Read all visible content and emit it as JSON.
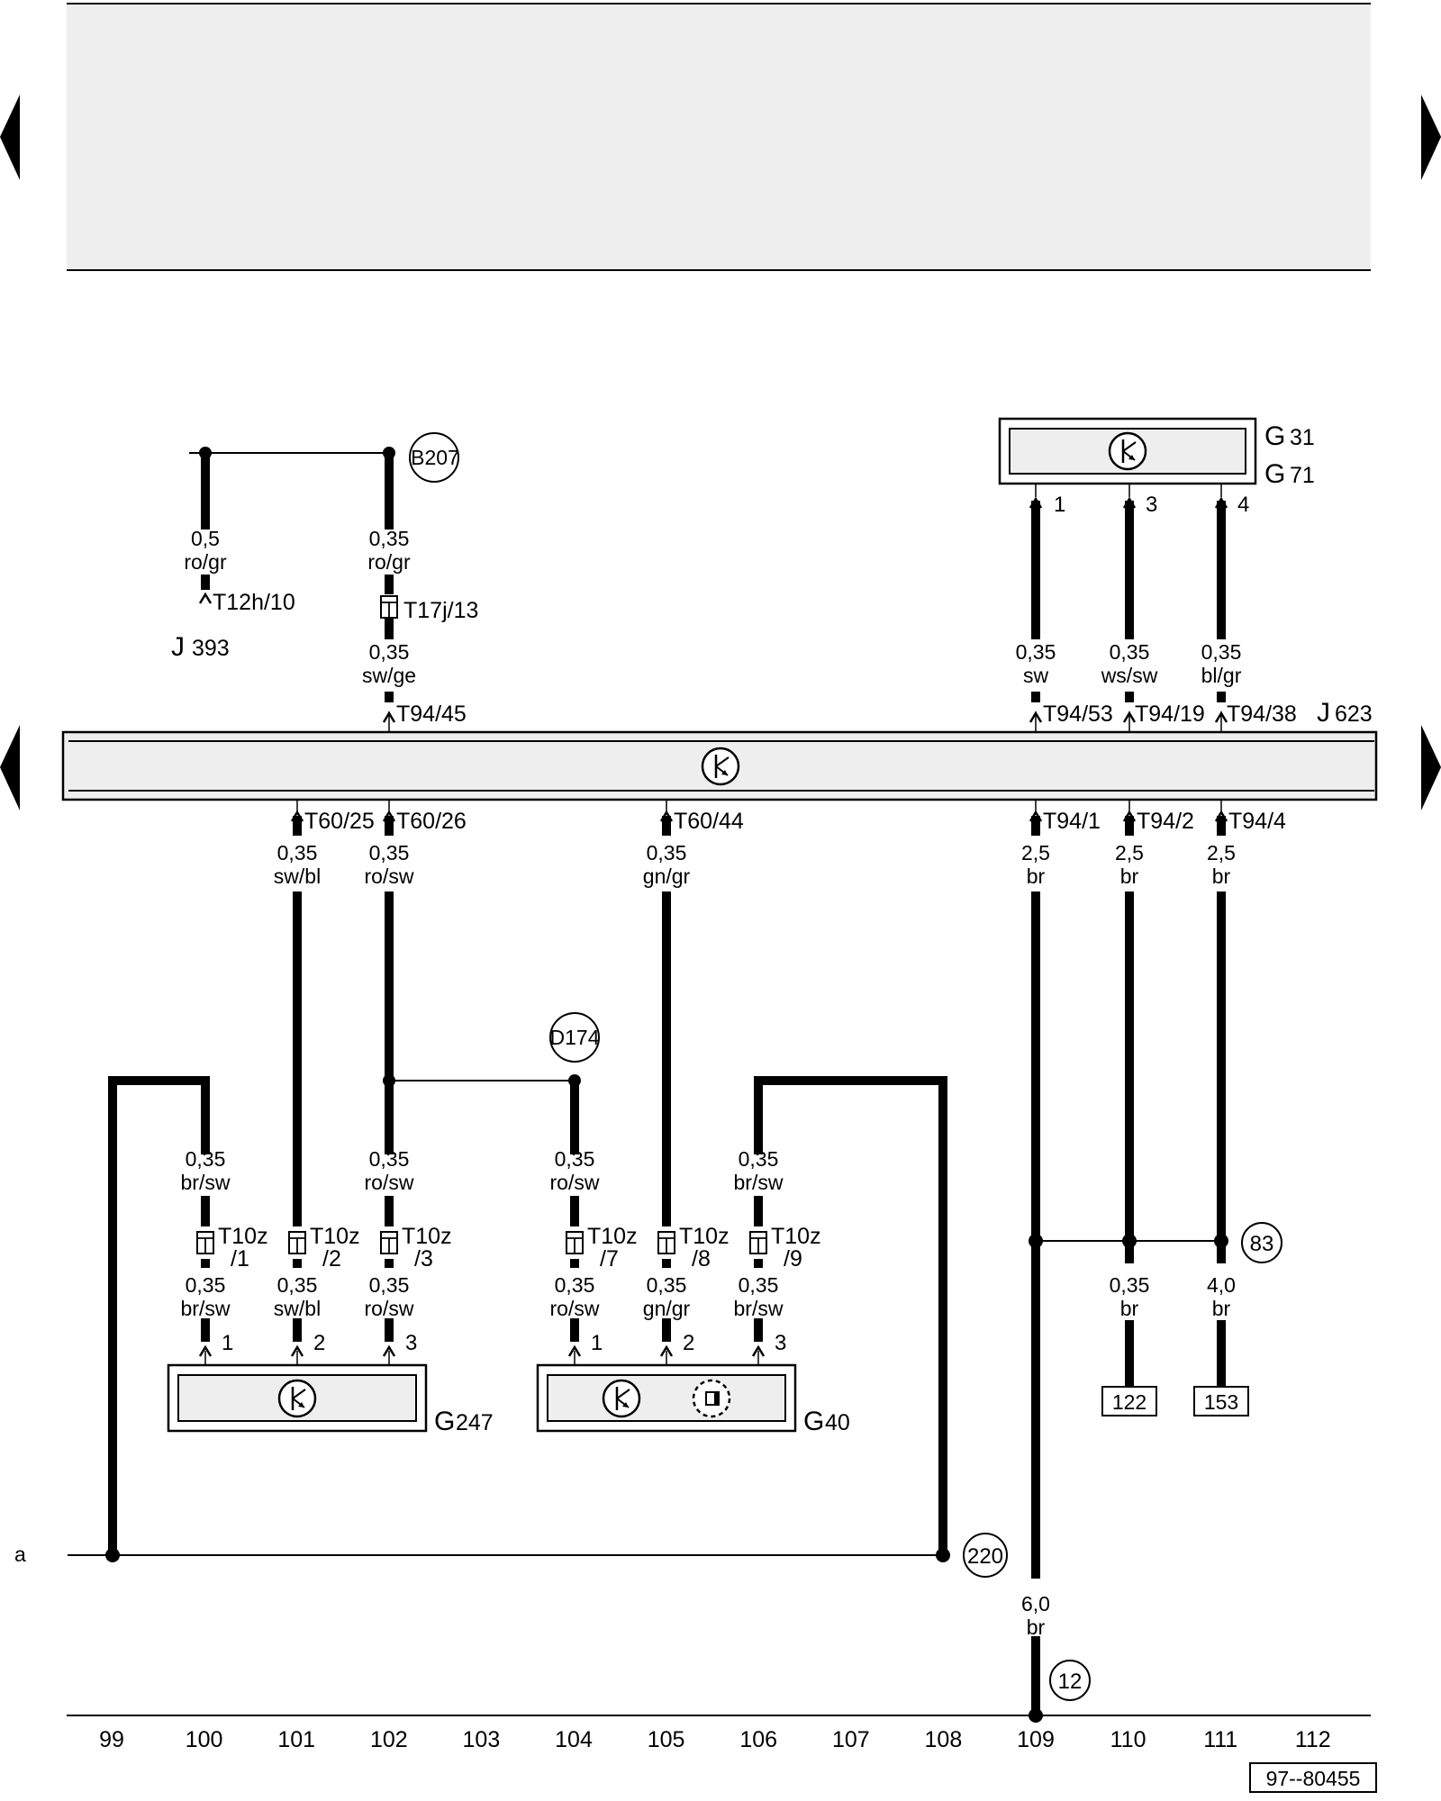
{
  "header_band": {
    "fill": "#eeeeee"
  },
  "nav": {
    "icon": "triangle-arrow-icon"
  },
  "left_wires": [
    {
      "size": "0,5",
      "color": "ro/gr",
      "connector": "T12h/10"
    },
    {
      "size": "0,35",
      "color": "ro/gr",
      "connector": "T17j/13",
      "after_size": "0,35",
      "after_color": "sw/ge",
      "module_pin": "T94/45"
    }
  ],
  "splices": {
    "b207": "B207",
    "d174": "D174"
  },
  "j393": {
    "letter": "J",
    "number": "393"
  },
  "sensor_top": {
    "label_a_letter": "G",
    "label_a_number": "31",
    "label_b_letter": "G",
    "label_b_number": "71",
    "pins": [
      "1",
      "3",
      "4"
    ]
  },
  "top_wires": [
    {
      "size": "0,35",
      "color": "sw",
      "module_pin": "T94/53"
    },
    {
      "size": "0,35",
      "color": "ws/sw",
      "module_pin": "T94/19"
    },
    {
      "size": "0,35",
      "color": "bl/gr",
      "module_pin": "T94/38"
    }
  ],
  "j623": {
    "letter": "J",
    "number": "623"
  },
  "bottom_pins": [
    "T60/25",
    "T60/26",
    "T60/44",
    "T94/1",
    "T94/2",
    "T94/4"
  ],
  "bottom_wires": [
    {
      "size": "0,35",
      "color": "sw/bl"
    },
    {
      "size": "0,35",
      "color": "ro/sw"
    },
    {
      "size": "0,35",
      "color": "gn/gr"
    },
    {
      "size": "2,5",
      "color": "br"
    },
    {
      "size": "2,5",
      "color": "br"
    },
    {
      "size": "2,5",
      "color": "br"
    }
  ],
  "upper_wire_labels": [
    {
      "size": "0,35",
      "color": "br/sw"
    },
    {
      "size": "0,35",
      "color": "ro/sw"
    },
    {
      "size": "0,35",
      "color": "ro/sw"
    },
    {
      "size": "0,35",
      "color": "br/sw"
    }
  ],
  "t10z": [
    {
      "name": "T10z",
      "pin": "/1"
    },
    {
      "name": "T10z",
      "pin": "/2"
    },
    {
      "name": "T10z",
      "pin": "/3"
    },
    {
      "name": "T10z",
      "pin": "/7"
    },
    {
      "name": "T10z",
      "pin": "/8"
    },
    {
      "name": "T10z",
      "pin": "/9"
    }
  ],
  "lower_wire_labels": [
    {
      "size": "0,35",
      "color": "br/sw"
    },
    {
      "size": "0,35",
      "color": "sw/bl"
    },
    {
      "size": "0,35",
      "color": "ro/sw"
    },
    {
      "size": "0,35",
      "color": "ro/sw"
    },
    {
      "size": "0,35",
      "color": "gn/gr"
    },
    {
      "size": "0,35",
      "color": "br/sw"
    }
  ],
  "sensor_pins": [
    "1",
    "2",
    "3",
    "1",
    "2",
    "3"
  ],
  "g247": {
    "letter": "G",
    "number": "247"
  },
  "g40": {
    "letter": "G",
    "number": "40"
  },
  "ground_right": [
    {
      "size": "0,35",
      "color": "br",
      "ref": "122"
    },
    {
      "size": "4,0",
      "color": "br",
      "ref": "153"
    }
  ],
  "ground_points": {
    "p83": "83",
    "p220": "220",
    "p12": "12"
  },
  "main_ground_wire": {
    "size": "6,0",
    "color": "br"
  },
  "line_a": "a",
  "grid_numbers": [
    "99",
    "100",
    "101",
    "102",
    "103",
    "104",
    "105",
    "106",
    "107",
    "108",
    "109",
    "110",
    "111",
    "112"
  ],
  "figure_id": "97--80455"
}
